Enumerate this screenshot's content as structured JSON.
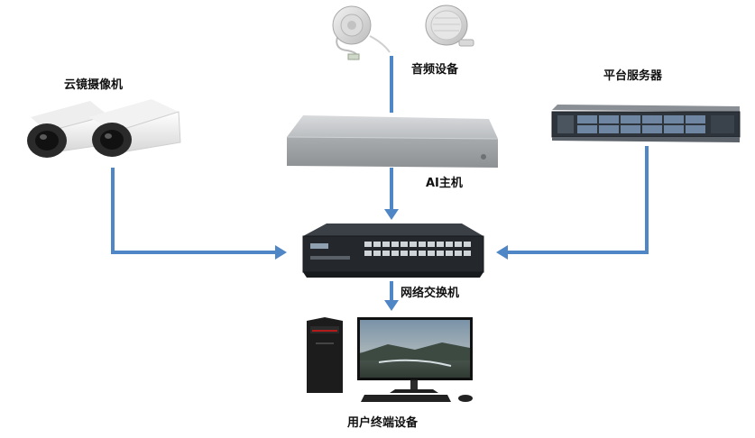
{
  "labels": {
    "audio": "音频设备",
    "camera": "云镜摄像机",
    "server": "平台服务器",
    "ai_host": "AI主机",
    "switch": "网络交换机",
    "terminal": "用户终端设备"
  },
  "colors": {
    "arrow": "#4f86c6",
    "label_text": "#111111"
  }
}
